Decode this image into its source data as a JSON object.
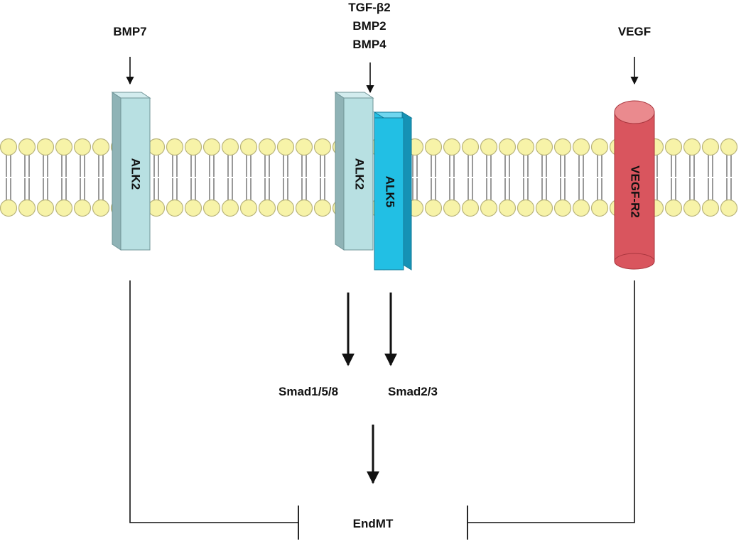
{
  "ligands": {
    "bmp7": "BMP7",
    "tgf_lines": [
      "TGF-β2",
      "BMP2",
      "BMP4"
    ],
    "vegf": "VEGF"
  },
  "receptors": {
    "alk2_left": "ALK2",
    "alk2_complex": "ALK2",
    "alk5": "ALK5",
    "vegfr2": "VEGF-R2"
  },
  "smads": {
    "smad158": "Smad1/5/8",
    "smad23": "Smad2/3"
  },
  "outcome": "EndMT",
  "colors": {
    "lipid_head": "#f7f3a8",
    "lipid_stroke": "#b8b37a",
    "alk2_front": "#b8e0e2",
    "alk2_side": "#8fb3b6",
    "alk5_front": "#22bfe4",
    "alk5_side": "#1592b5",
    "vegfr_body": "#d9555e",
    "vegfr_top": "#ea8a8e"
  }
}
